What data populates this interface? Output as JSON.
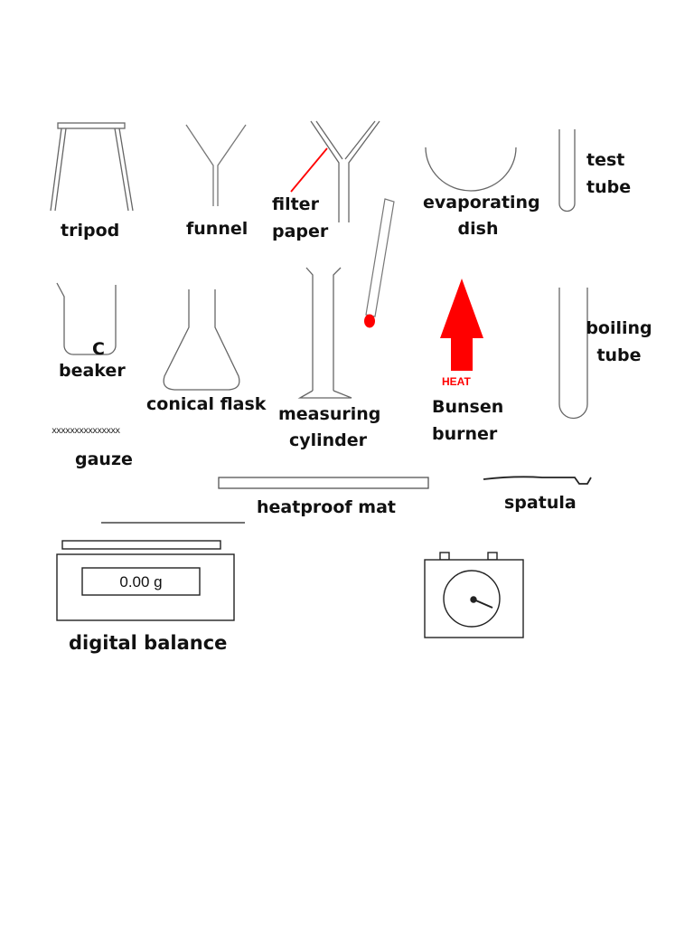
{
  "labels": {
    "tripod": "tripod",
    "funnel": "funnel",
    "filter_paper": [
      "filter",
      "paper"
    ],
    "evaporating_dish": [
      "evaporating",
      "dish"
    ],
    "test_tube": [
      "test",
      "tube"
    ],
    "beaker_mark": "C",
    "beaker": "beaker",
    "conical_flask": "conical flask",
    "measuring_cylinder": [
      "measuring",
      "cylinder"
    ],
    "bunsen_burner": [
      "Bunsen",
      "burner"
    ],
    "boiling_tube": [
      "boiling",
      "tube"
    ],
    "gauze_pattern": "xxxxxxxxxxxxxxx",
    "gauze": "gauze",
    "heatproof_mat": "heatproof mat",
    "spatula": "spatula",
    "digital_balance": "digital balance",
    "balance_readout": "0.00 g",
    "heat": "HEAT"
  },
  "colors": {
    "outline": "#555555",
    "heat_red": "#ff0000"
  }
}
